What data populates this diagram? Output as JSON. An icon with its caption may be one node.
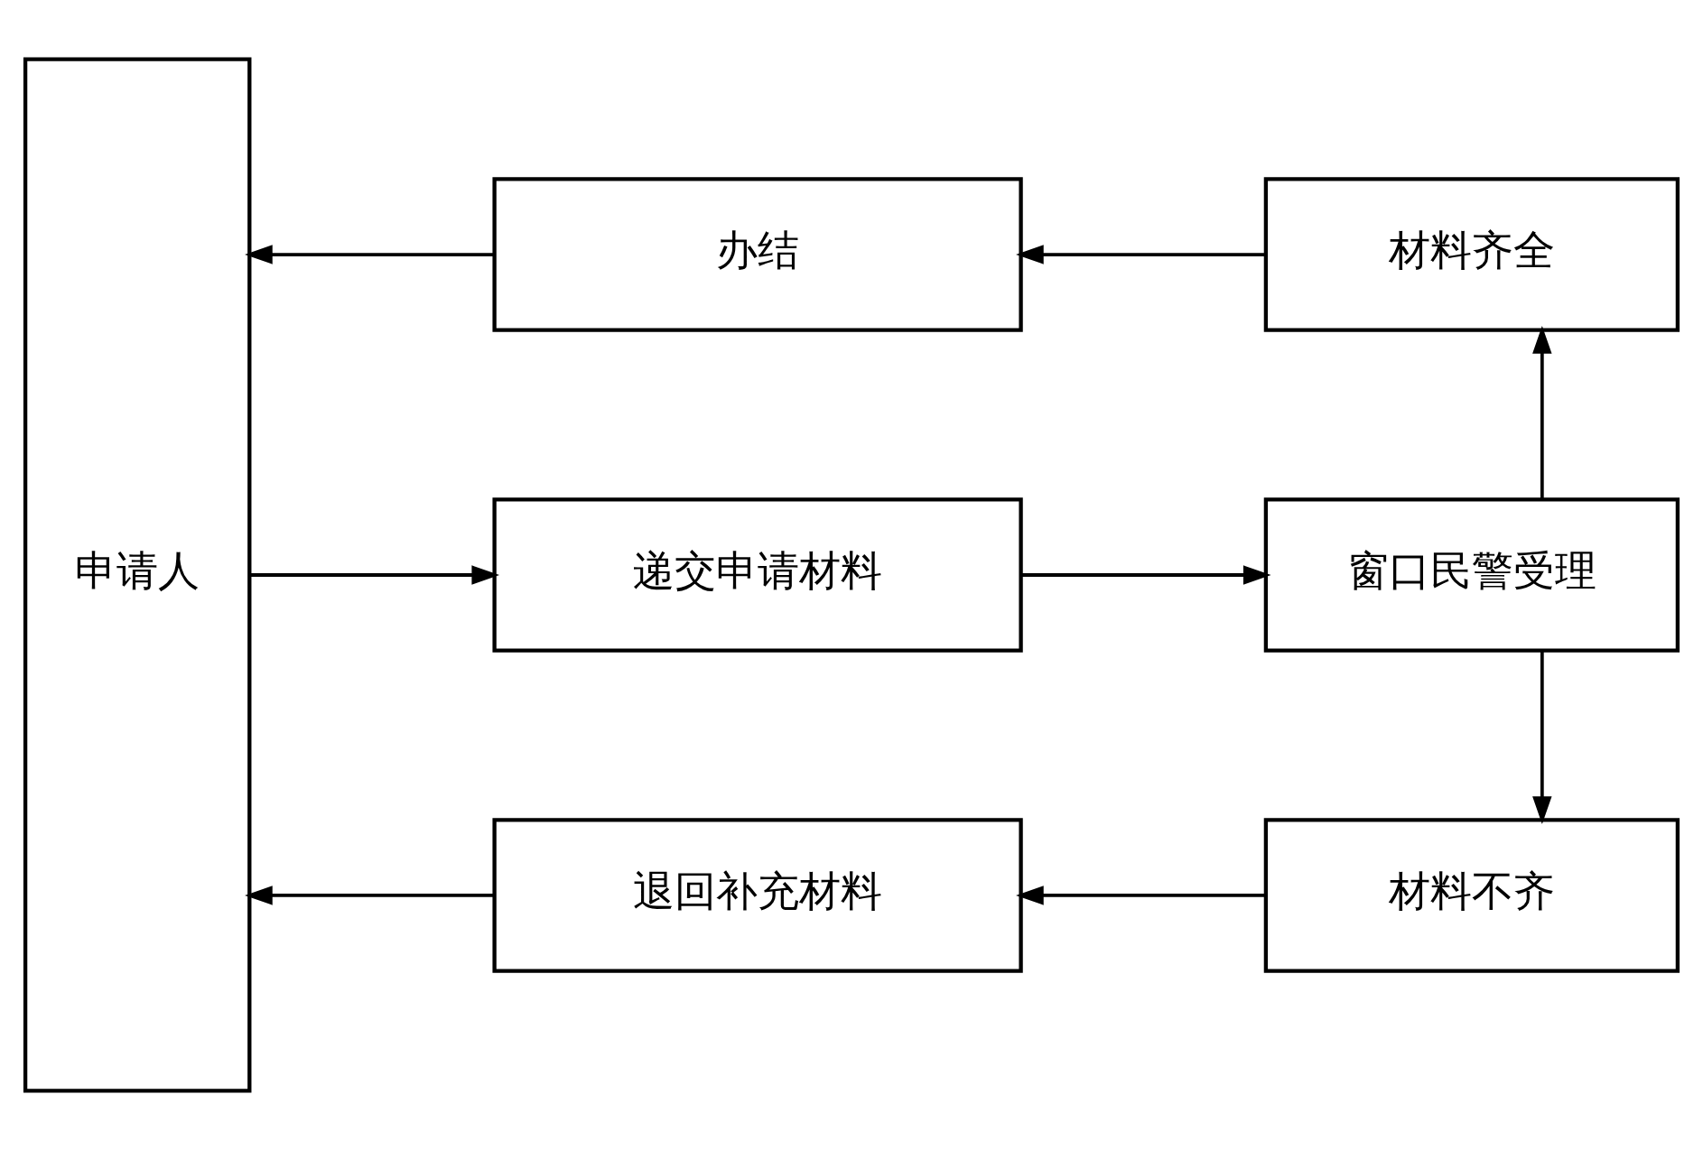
{
  "diagram": {
    "nodes": [
      {
        "text": [
          "申请人"
        ]
      },
      {
        "text": [
          "办结"
        ]
      },
      {
        "text": [
          "材料齐全"
        ]
      },
      {
        "text": [
          "递交申请材料"
        ]
      },
      {
        "text": [
          "窗口民警受理"
        ]
      },
      {
        "text": [
          "退回补充材料"
        ]
      },
      {
        "text": [
          "材料不齐"
        ]
      }
    ],
    "edges": [
      {
        "from": 0,
        "to": 3,
        "arrow": "to"
      },
      {
        "from": 3,
        "to": 4,
        "arrow": "to"
      },
      {
        "from": 4,
        "to": 2,
        "arrow": "to"
      },
      {
        "from": 2,
        "to": 1,
        "arrow": "to"
      },
      {
        "from": 1,
        "to": 0,
        "arrow": "to"
      },
      {
        "from": 4,
        "to": 6,
        "arrow": "to"
      },
      {
        "from": 6,
        "to": 5,
        "arrow": "to"
      },
      {
        "from": 5,
        "to": 0,
        "arrow": "to"
      }
    ]
  }
}
